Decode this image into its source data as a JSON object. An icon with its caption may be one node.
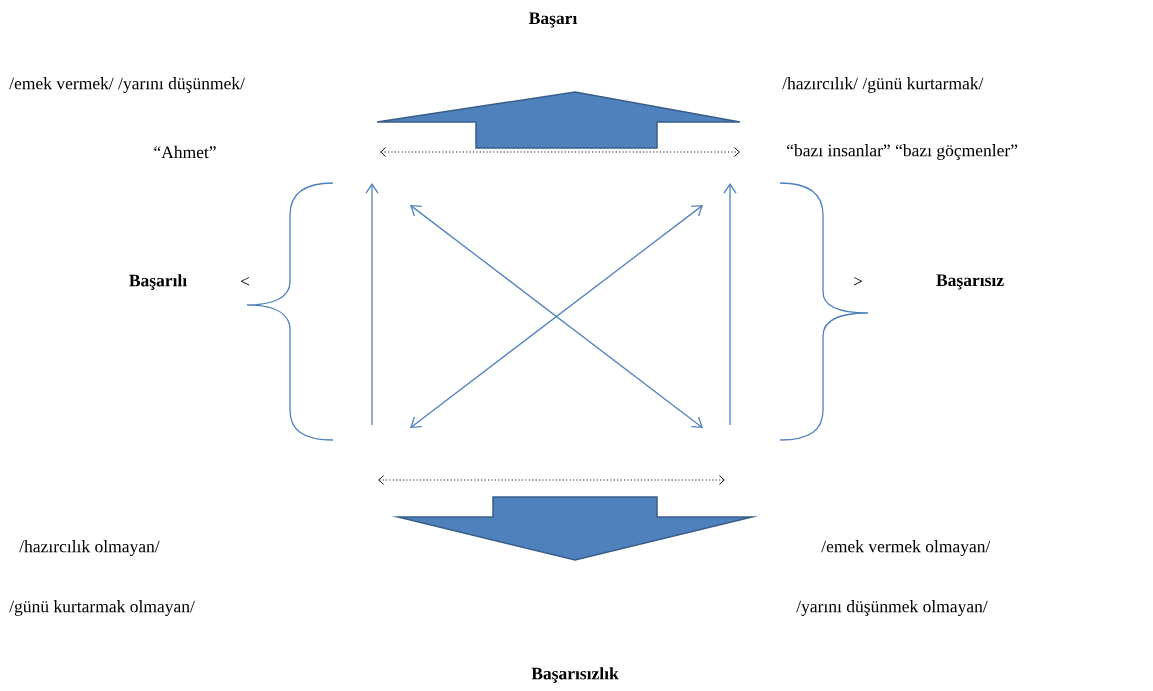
{
  "diagram": {
    "labels": [
      "Başarı",
      "/emek vermek/ /yarını düşünmek/",
      "/hazırcılık/ /günü kurtarmak/",
      "“Ahmet”",
      "“bazı insanlar” “bazı göçmenler”",
      "Başarılı",
      "<",
      ">",
      "Başarısız",
      "/hazırcılık olmayan/",
      "/emek vermek olmayan/",
      "/günü kurtarmak olmayan/",
      "/yarını düşünmek olmayan/",
      "Başarısızlık"
    ]
  }
}
